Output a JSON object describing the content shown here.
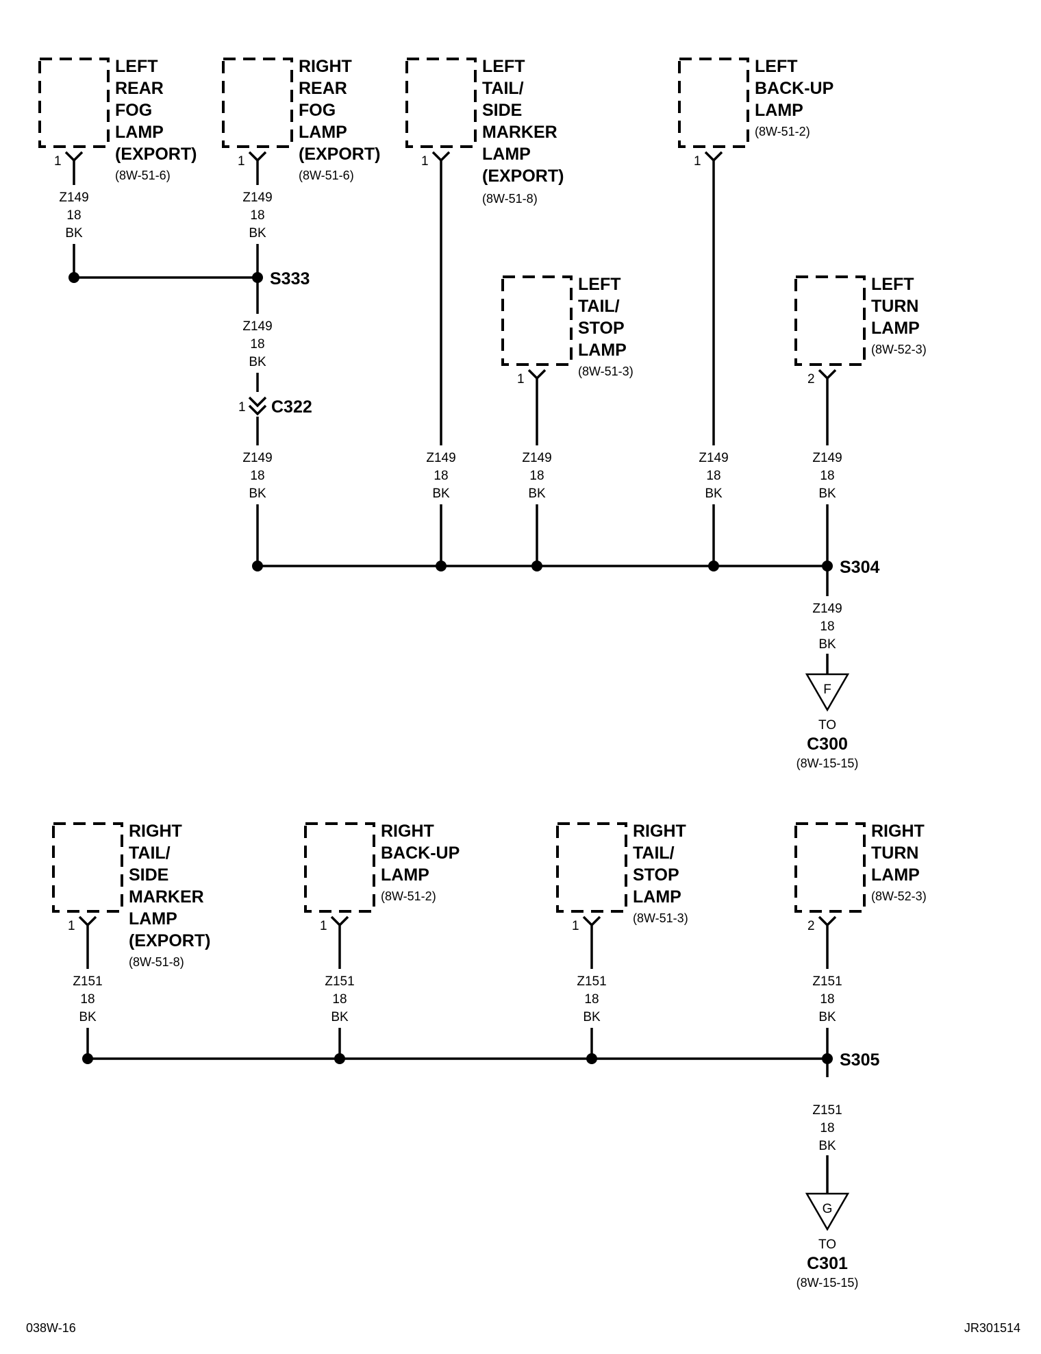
{
  "components": [
    {
      "id": "left-rear-fog-lamp",
      "label": [
        "LEFT",
        "REAR",
        "FOG",
        "LAMP",
        "(EXPORT)"
      ],
      "ref": "(8W-51-6)",
      "pin": "1"
    },
    {
      "id": "right-rear-fog-lamp",
      "label": [
        "RIGHT",
        "REAR",
        "FOG",
        "LAMP",
        "(EXPORT)"
      ],
      "ref": "(8W-51-6)",
      "pin": "1"
    },
    {
      "id": "left-tail-side-marker-lamp",
      "label": [
        "LEFT",
        "TAIL/",
        "SIDE",
        "MARKER",
        "LAMP",
        "(EXPORT)"
      ],
      "ref": "(8W-51-8)",
      "pin": "1"
    },
    {
      "id": "left-back-up-lamp",
      "label": [
        "LEFT",
        "BACK-UP",
        "LAMP"
      ],
      "ref": "(8W-51-2)",
      "pin": "1"
    },
    {
      "id": "left-tail-stop-lamp",
      "label": [
        "LEFT",
        "TAIL/",
        "STOP",
        "LAMP"
      ],
      "ref": "(8W-51-3)",
      "pin": "1"
    },
    {
      "id": "left-turn-lamp",
      "label": [
        "LEFT",
        "TURN",
        "LAMP"
      ],
      "ref": "(8W-52-3)",
      "pin": "2"
    },
    {
      "id": "right-tail-side-marker-lamp",
      "label": [
        "RIGHT",
        "TAIL/",
        "SIDE",
        "MARKER",
        "LAMP",
        "(EXPORT)"
      ],
      "ref": "(8W-51-8)",
      "pin": "1"
    },
    {
      "id": "right-back-up-lamp",
      "label": [
        "RIGHT",
        "BACK-UP",
        "LAMP"
      ],
      "ref": "(8W-51-2)",
      "pin": "1"
    },
    {
      "id": "right-tail-stop-lamp",
      "label": [
        "RIGHT",
        "TAIL/",
        "STOP",
        "LAMP"
      ],
      "ref": "(8W-51-3)",
      "pin": "1"
    },
    {
      "id": "right-turn-lamp",
      "label": [
        "RIGHT",
        "TURN",
        "LAMP"
      ],
      "ref": "(8W-52-3)",
      "pin": "2"
    }
  ],
  "wire_labels": [
    {
      "id": "w-lrf",
      "lines": [
        "Z149",
        "18",
        "BK"
      ]
    },
    {
      "id": "w-rrf",
      "lines": [
        "Z149",
        "18",
        "BK"
      ]
    },
    {
      "id": "w-s333-c322",
      "lines": [
        "Z149",
        "18",
        "BK"
      ]
    },
    {
      "id": "w-c322-bus",
      "lines": [
        "Z149",
        "18",
        "BK"
      ]
    },
    {
      "id": "w-ltsm",
      "lines": [
        "Z149",
        "18",
        "BK"
      ]
    },
    {
      "id": "w-lts",
      "lines": [
        "Z149",
        "18",
        "BK"
      ]
    },
    {
      "id": "w-lbu",
      "lines": [
        "Z149",
        "18",
        "BK"
      ]
    },
    {
      "id": "w-lt",
      "lines": [
        "Z149",
        "18",
        "BK"
      ]
    },
    {
      "id": "w-s304-c300",
      "lines": [
        "Z149",
        "18",
        "BK"
      ]
    },
    {
      "id": "w-rtsm",
      "lines": [
        "Z151",
        "18",
        "BK"
      ]
    },
    {
      "id": "w-rbu",
      "lines": [
        "Z151",
        "18",
        "BK"
      ]
    },
    {
      "id": "w-rts",
      "lines": [
        "Z151",
        "18",
        "BK"
      ]
    },
    {
      "id": "w-rt",
      "lines": [
        "Z151",
        "18",
        "BK"
      ]
    },
    {
      "id": "w-s305-c301",
      "lines": [
        "Z151",
        "18",
        "BK"
      ]
    }
  ],
  "splices": {
    "s333": "S333",
    "s304": "S304",
    "s305": "S305"
  },
  "inline_connector": {
    "pin": "1",
    "name": "C322"
  },
  "terminals": [
    {
      "id": "c300",
      "letter": "F",
      "to": "TO",
      "name": "C300",
      "ref": "(8W-15-15)"
    },
    {
      "id": "c301",
      "letter": "G",
      "to": "TO",
      "name": "C301",
      "ref": "(8W-15-15)"
    }
  ],
  "footer": {
    "left": "038W-16",
    "right": "JR301514"
  }
}
